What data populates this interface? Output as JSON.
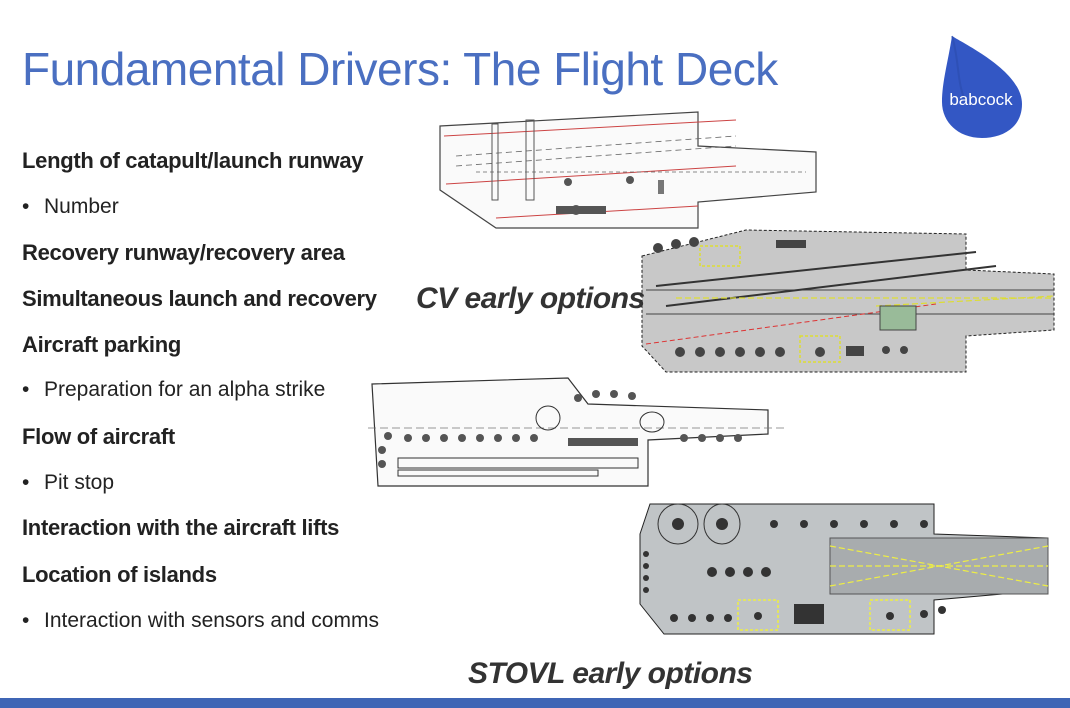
{
  "slide": {
    "title": "Fundamental Drivers:  The Flight Deck",
    "logo_text": "babcock",
    "brand_color": "#4a6fc1",
    "bullets": [
      {
        "text": "Length of catapult/launch runway",
        "level": 1
      },
      {
        "text": "Number",
        "level": 2
      },
      {
        "text": "Recovery runway/recovery area",
        "level": 1
      },
      {
        "text": "Simultaneous launch and recovery",
        "level": 1
      },
      {
        "text": "Aircraft parking",
        "level": 1
      },
      {
        "text": "Preparation for an alpha strike",
        "level": 2
      },
      {
        "text": "Flow of aircraft",
        "level": 1
      },
      {
        "text": "Pit stop",
        "level": 2
      },
      {
        "text": "Interaction with the aircraft lifts",
        "level": 1
      },
      {
        "text": "Location of islands",
        "level": 1
      },
      {
        "text": "Interaction with sensors and comms",
        "level": 2
      }
    ],
    "captions": {
      "cv": "CV early options",
      "stovl": "STOVL early options"
    },
    "bullet_char": "•"
  }
}
